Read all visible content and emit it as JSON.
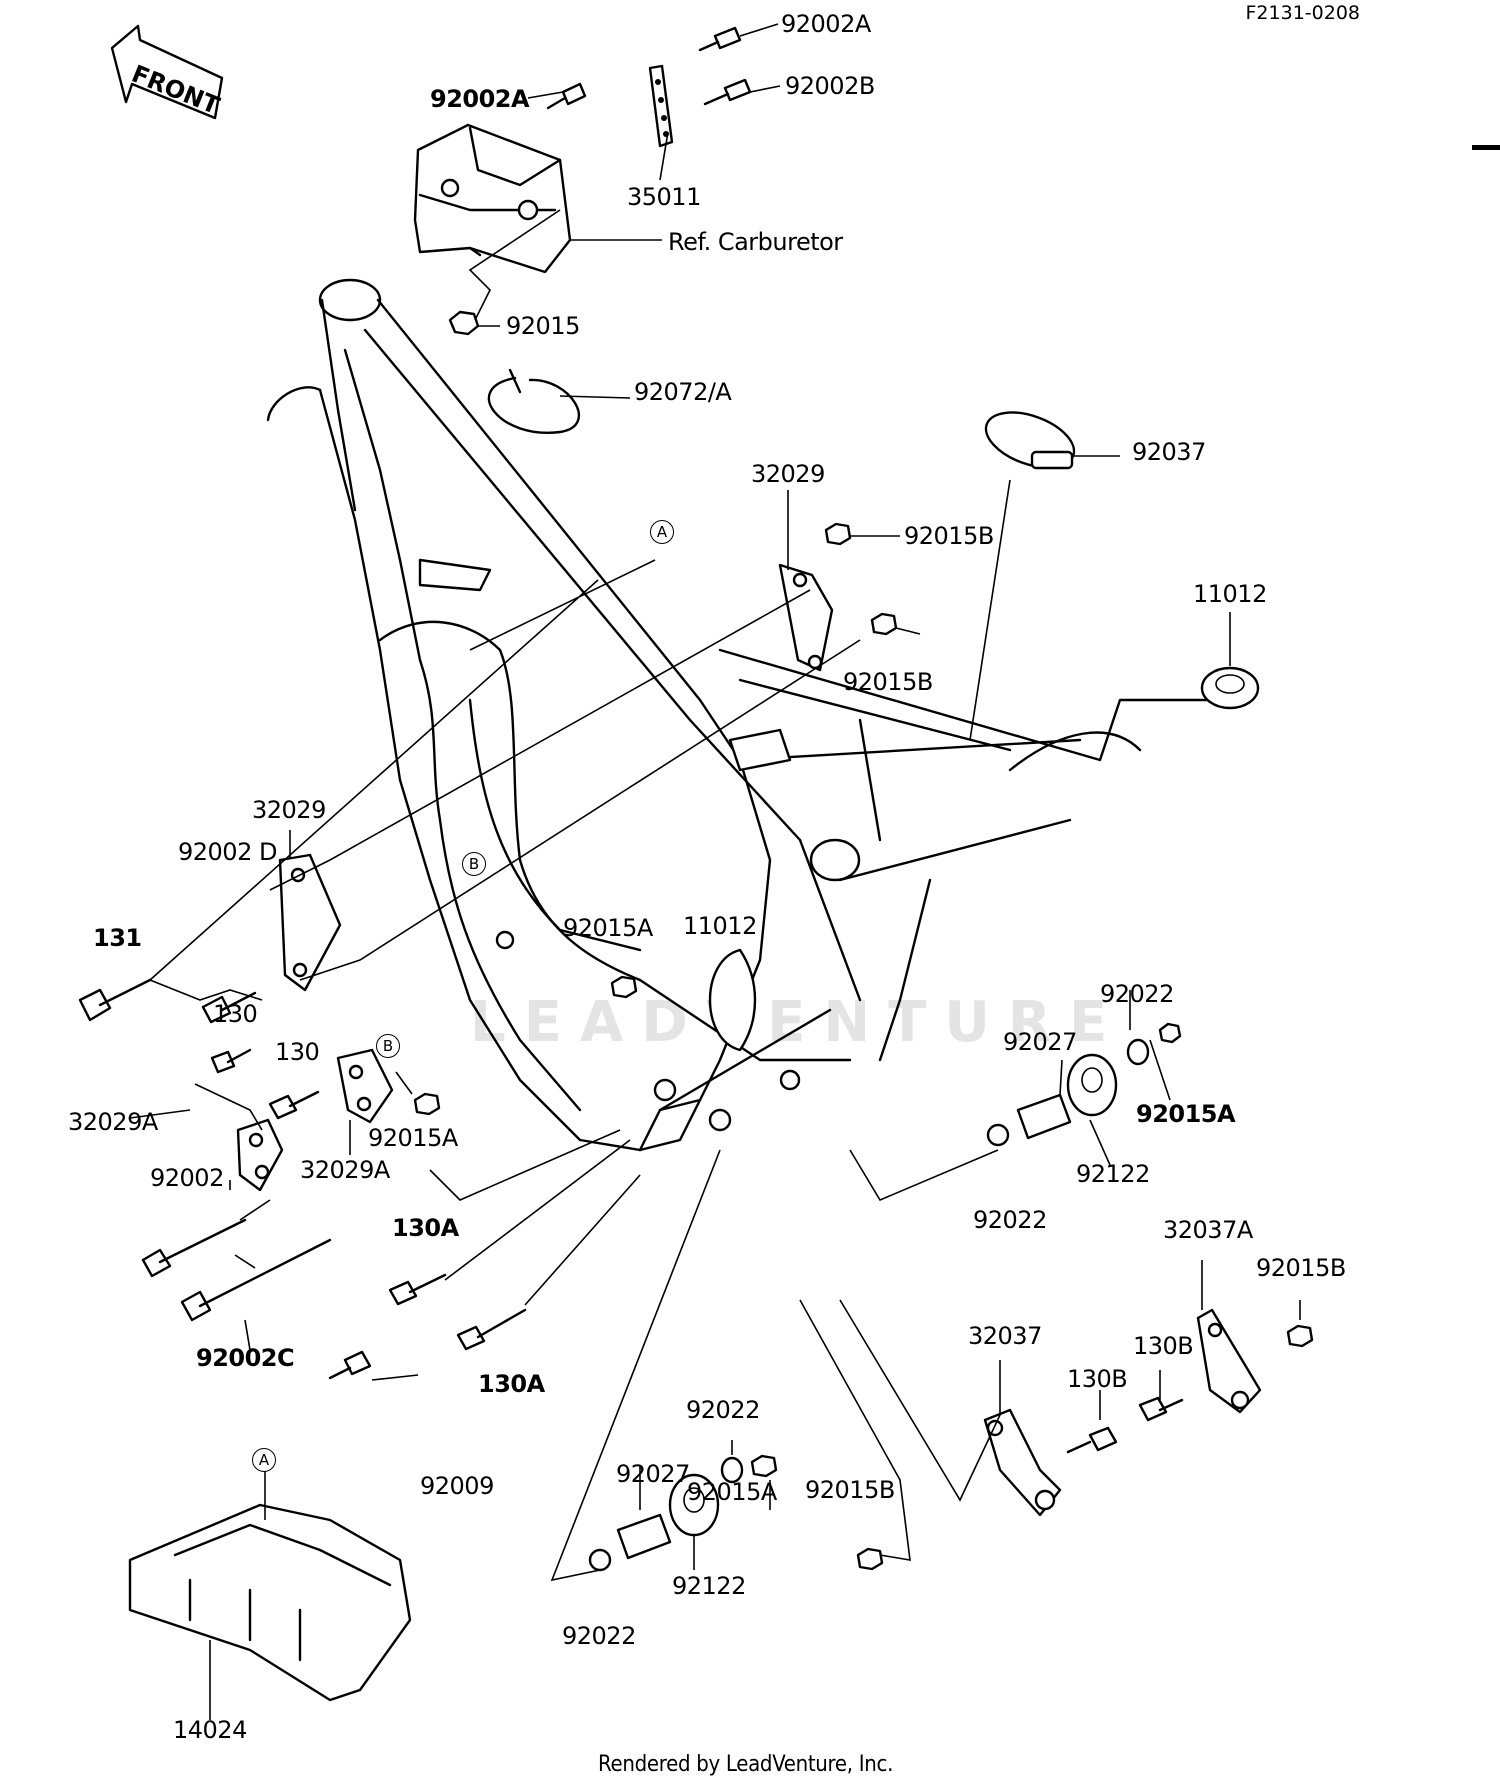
{
  "diagram_code": "F2131-0208",
  "footer": "Rendered by LeadVenture, Inc.",
  "watermark": "LEADVENTURE",
  "front_arrow_label": "FRONT",
  "ref_marks": {
    "a": "A",
    "b": "B"
  },
  "parts": {
    "p92002A_top": "92002A",
    "p92002A_left": "92002A",
    "p92002B": "92002B",
    "p35011": "35011",
    "ref_carburetor": "Ref. Carburetor",
    "p92015_top": "92015",
    "p92072A": "92072/A",
    "p92037": "92037",
    "p32029_top": "32029",
    "p92015B_a": "92015B",
    "p92015B_b": "92015B",
    "p11012_right": "11012",
    "p32029_left": "32029",
    "p92002D": "92002 D",
    "p131": "131",
    "p92015A_mid": "92015A",
    "p11012_mid": "11012",
    "p130_a": "130",
    "p130_b": "130",
    "p32029A_a": "32029A",
    "p92015A_left": "92015A",
    "p32029A_b": "32029A",
    "p92002": "92002",
    "p92022_top": "92022",
    "p92027_right": "92027",
    "p92015A_right": "92015A",
    "p92122_right": "92122",
    "p92022_right": "92022",
    "p130A_a": "130A",
    "p92002C": "92002C",
    "p130A_b": "130A",
    "p32037A": "32037A",
    "p92015B_right": "92015B",
    "p32037": "32037",
    "p130B_a": "130B",
    "p130B_b": "130B",
    "p92022_low": "92022",
    "p92027_low": "92027",
    "p92015A_low": "92015A",
    "p92015B_low": "92015B",
    "p92122_low": "92122",
    "p92022_bottom": "92022",
    "p92009": "92009",
    "p14024": "14024"
  }
}
